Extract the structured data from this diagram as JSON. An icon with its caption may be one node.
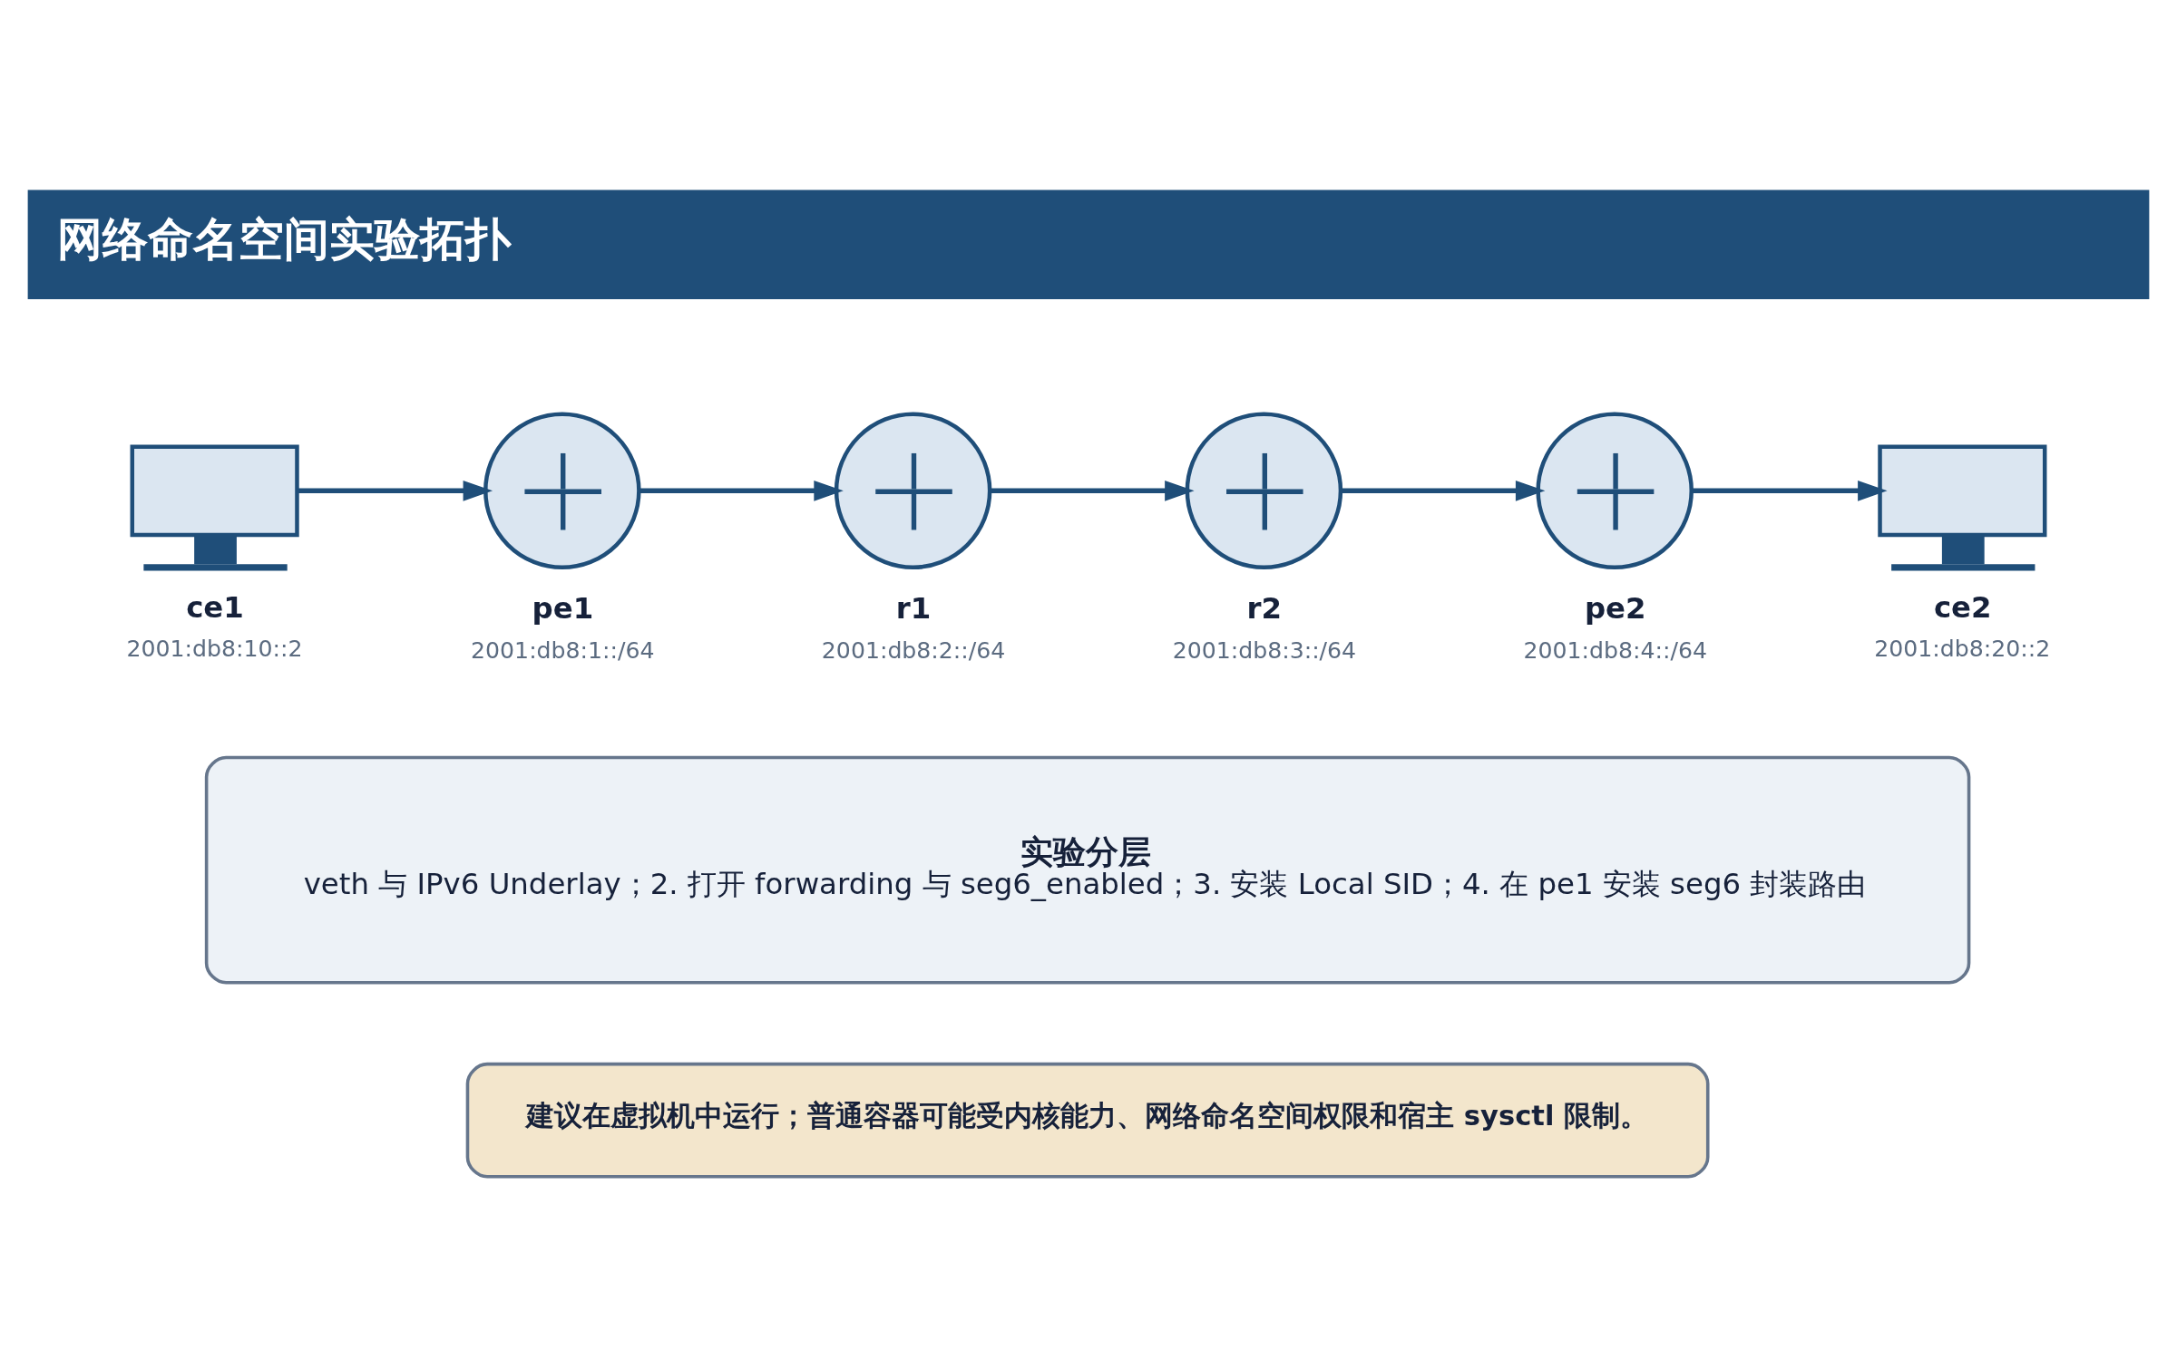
{
  "diagram": {
    "title": "网络命名空间实验拓扑",
    "nodes": [
      {
        "text": [
          "ce1",
          "2001:db8:10::2"
        ]
      },
      {
        "text": [
          "pe1",
          "2001:db8:1::/64"
        ]
      },
      {
        "text": [
          "r1",
          "2001:db8:2::/64"
        ]
      },
      {
        "text": [
          "r2",
          "2001:db8:3::/64"
        ]
      },
      {
        "text": [
          "pe2",
          "2001:db8:4::/64"
        ]
      },
      {
        "text": [
          "ce2",
          "2001:db8:20::2"
        ]
      },
      {
        "text": [
          "实验分层",
          "veth 与 IPv6 Underlay；2. 打开 forwarding 与 seg6_enabled；3. 安装 Local SID；4. 在 pe1 安装 seg6 封装路由"
        ]
      },
      {
        "text": [
          "建议在虚拟机中运行；普通容器可能受内核能力、网络命名空间权限和宿主 sysctl 限制。"
        ]
      }
    ],
    "edges": [
      {
        "from": 0,
        "to": 1,
        "arrow": "to"
      },
      {
        "from": 1,
        "to": 2,
        "arrow": "to"
      },
      {
        "from": 2,
        "to": 3,
        "arrow": "to"
      },
      {
        "from": 3,
        "to": 4,
        "arrow": "to"
      },
      {
        "from": 4,
        "to": 5,
        "arrow": "to"
      }
    ]
  }
}
